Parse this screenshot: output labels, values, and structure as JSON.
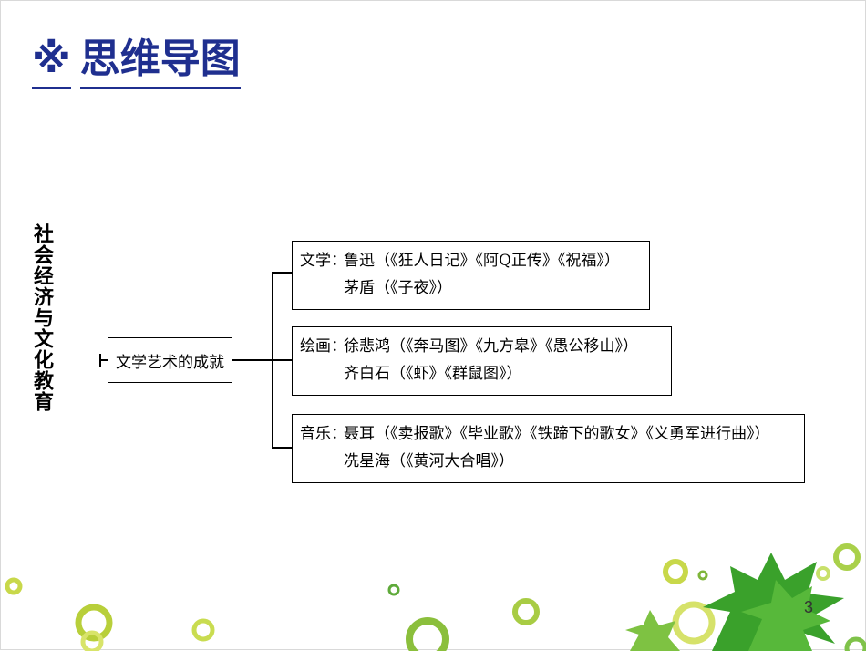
{
  "slide": {
    "title_mark": "※",
    "title_text": "思维导图",
    "vertical_label": "社会经济与文化教育",
    "page_number": "3"
  },
  "mindmap": {
    "root": "文学艺术的成就",
    "branches": [
      {
        "category": "文学：",
        "lines": [
          "鲁迅（《狂人日记》《阿Q正传》《祝福》）",
          "茅盾（《子夜》）"
        ]
      },
      {
        "category": "绘画：",
        "lines": [
          "徐悲鸿（《奔马图》《九方皋》《愚公移山》）",
          "齐白石（《虾》《群鼠图》）"
        ]
      },
      {
        "category": "音乐：",
        "lines": [
          "聂耳（《卖报歌》《毕业歌》《铁蹄下的歌女》《义勇军进行曲》）",
          "冼星海（《黄河大合唱》）"
        ]
      }
    ]
  },
  "colors": {
    "title": "#1f2f8f",
    "leaf_green": "#3aa12b",
    "ring_green": "#8cc63f"
  }
}
